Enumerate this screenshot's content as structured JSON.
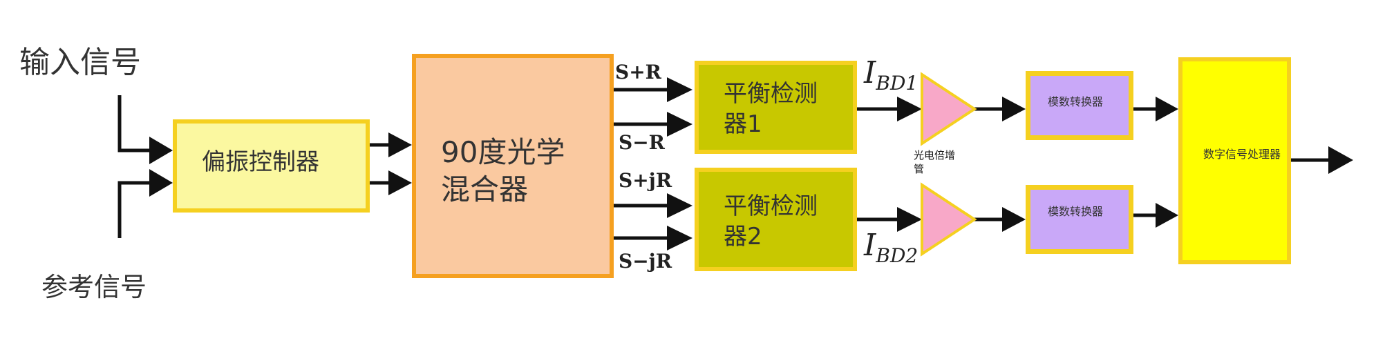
{
  "diagram": {
    "inputs": {
      "input_signal": "输入信号",
      "reference_signal": "参考信号"
    },
    "blocks": {
      "polarization_controller": "偏振控制器",
      "hybrid": "90度光学混合器",
      "balanced_detector_1": "平衡检测器1",
      "balanced_detector_2": "平衡检测器2",
      "photomultiplier": "光电倍增管",
      "adc_1": "模数转换器",
      "adc_2": "模数转换器",
      "dsp": "数字信号处理器"
    },
    "signals": {
      "s_plus_r": "S+R",
      "s_minus_r": "S−R",
      "s_plus_jr": "S+jR",
      "s_minus_jr": "S−jR"
    },
    "currents": {
      "ibd1": {
        "main": "I",
        "sub": "BD1"
      },
      "ibd2": {
        "main": "I",
        "sub": "BD2"
      }
    },
    "colors": {
      "pale_yellow_fill": "#fbf8a0",
      "yellow_border": "#f5d020",
      "peach_fill": "#fac9a0",
      "orange_border": "#f5a020",
      "olive_fill": "#c8c800",
      "lavender_fill": "#c9a8f8",
      "yellow_fill": "#ffff00",
      "pink_triangle": "#f8a8c8",
      "wire": "#111111"
    }
  }
}
